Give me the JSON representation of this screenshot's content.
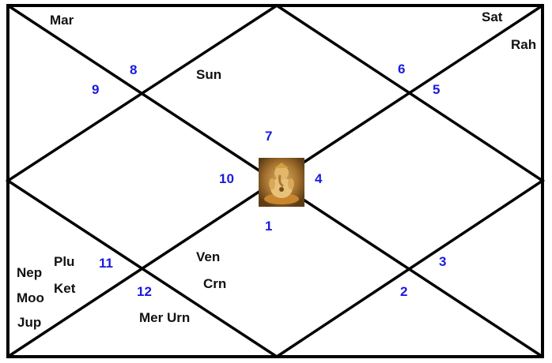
{
  "colors": {
    "line": "#000000",
    "house_number": "#1a1adf",
    "planet_text": "#111111",
    "background": "#ffffff"
  },
  "center_image": {
    "icon": "ganesha-icon"
  },
  "house_numbers": {
    "h1": "1",
    "h2": "2",
    "h3": "3",
    "h4": "4",
    "h5": "5",
    "h6": "6",
    "h7": "7",
    "h8": "8",
    "h9": "9",
    "h10": "10",
    "h11": "11",
    "h12": "12"
  },
  "planets": {
    "mar": "Mar",
    "sat": "Sat",
    "rah": "Rah",
    "sun": "Sun",
    "ven": "Ven",
    "crn": "Crn",
    "mer_urn": "Mer Urn",
    "nep": "Nep",
    "plu": "Plu",
    "moo": "Moo",
    "ket": "Ket",
    "jup": "Jup"
  }
}
